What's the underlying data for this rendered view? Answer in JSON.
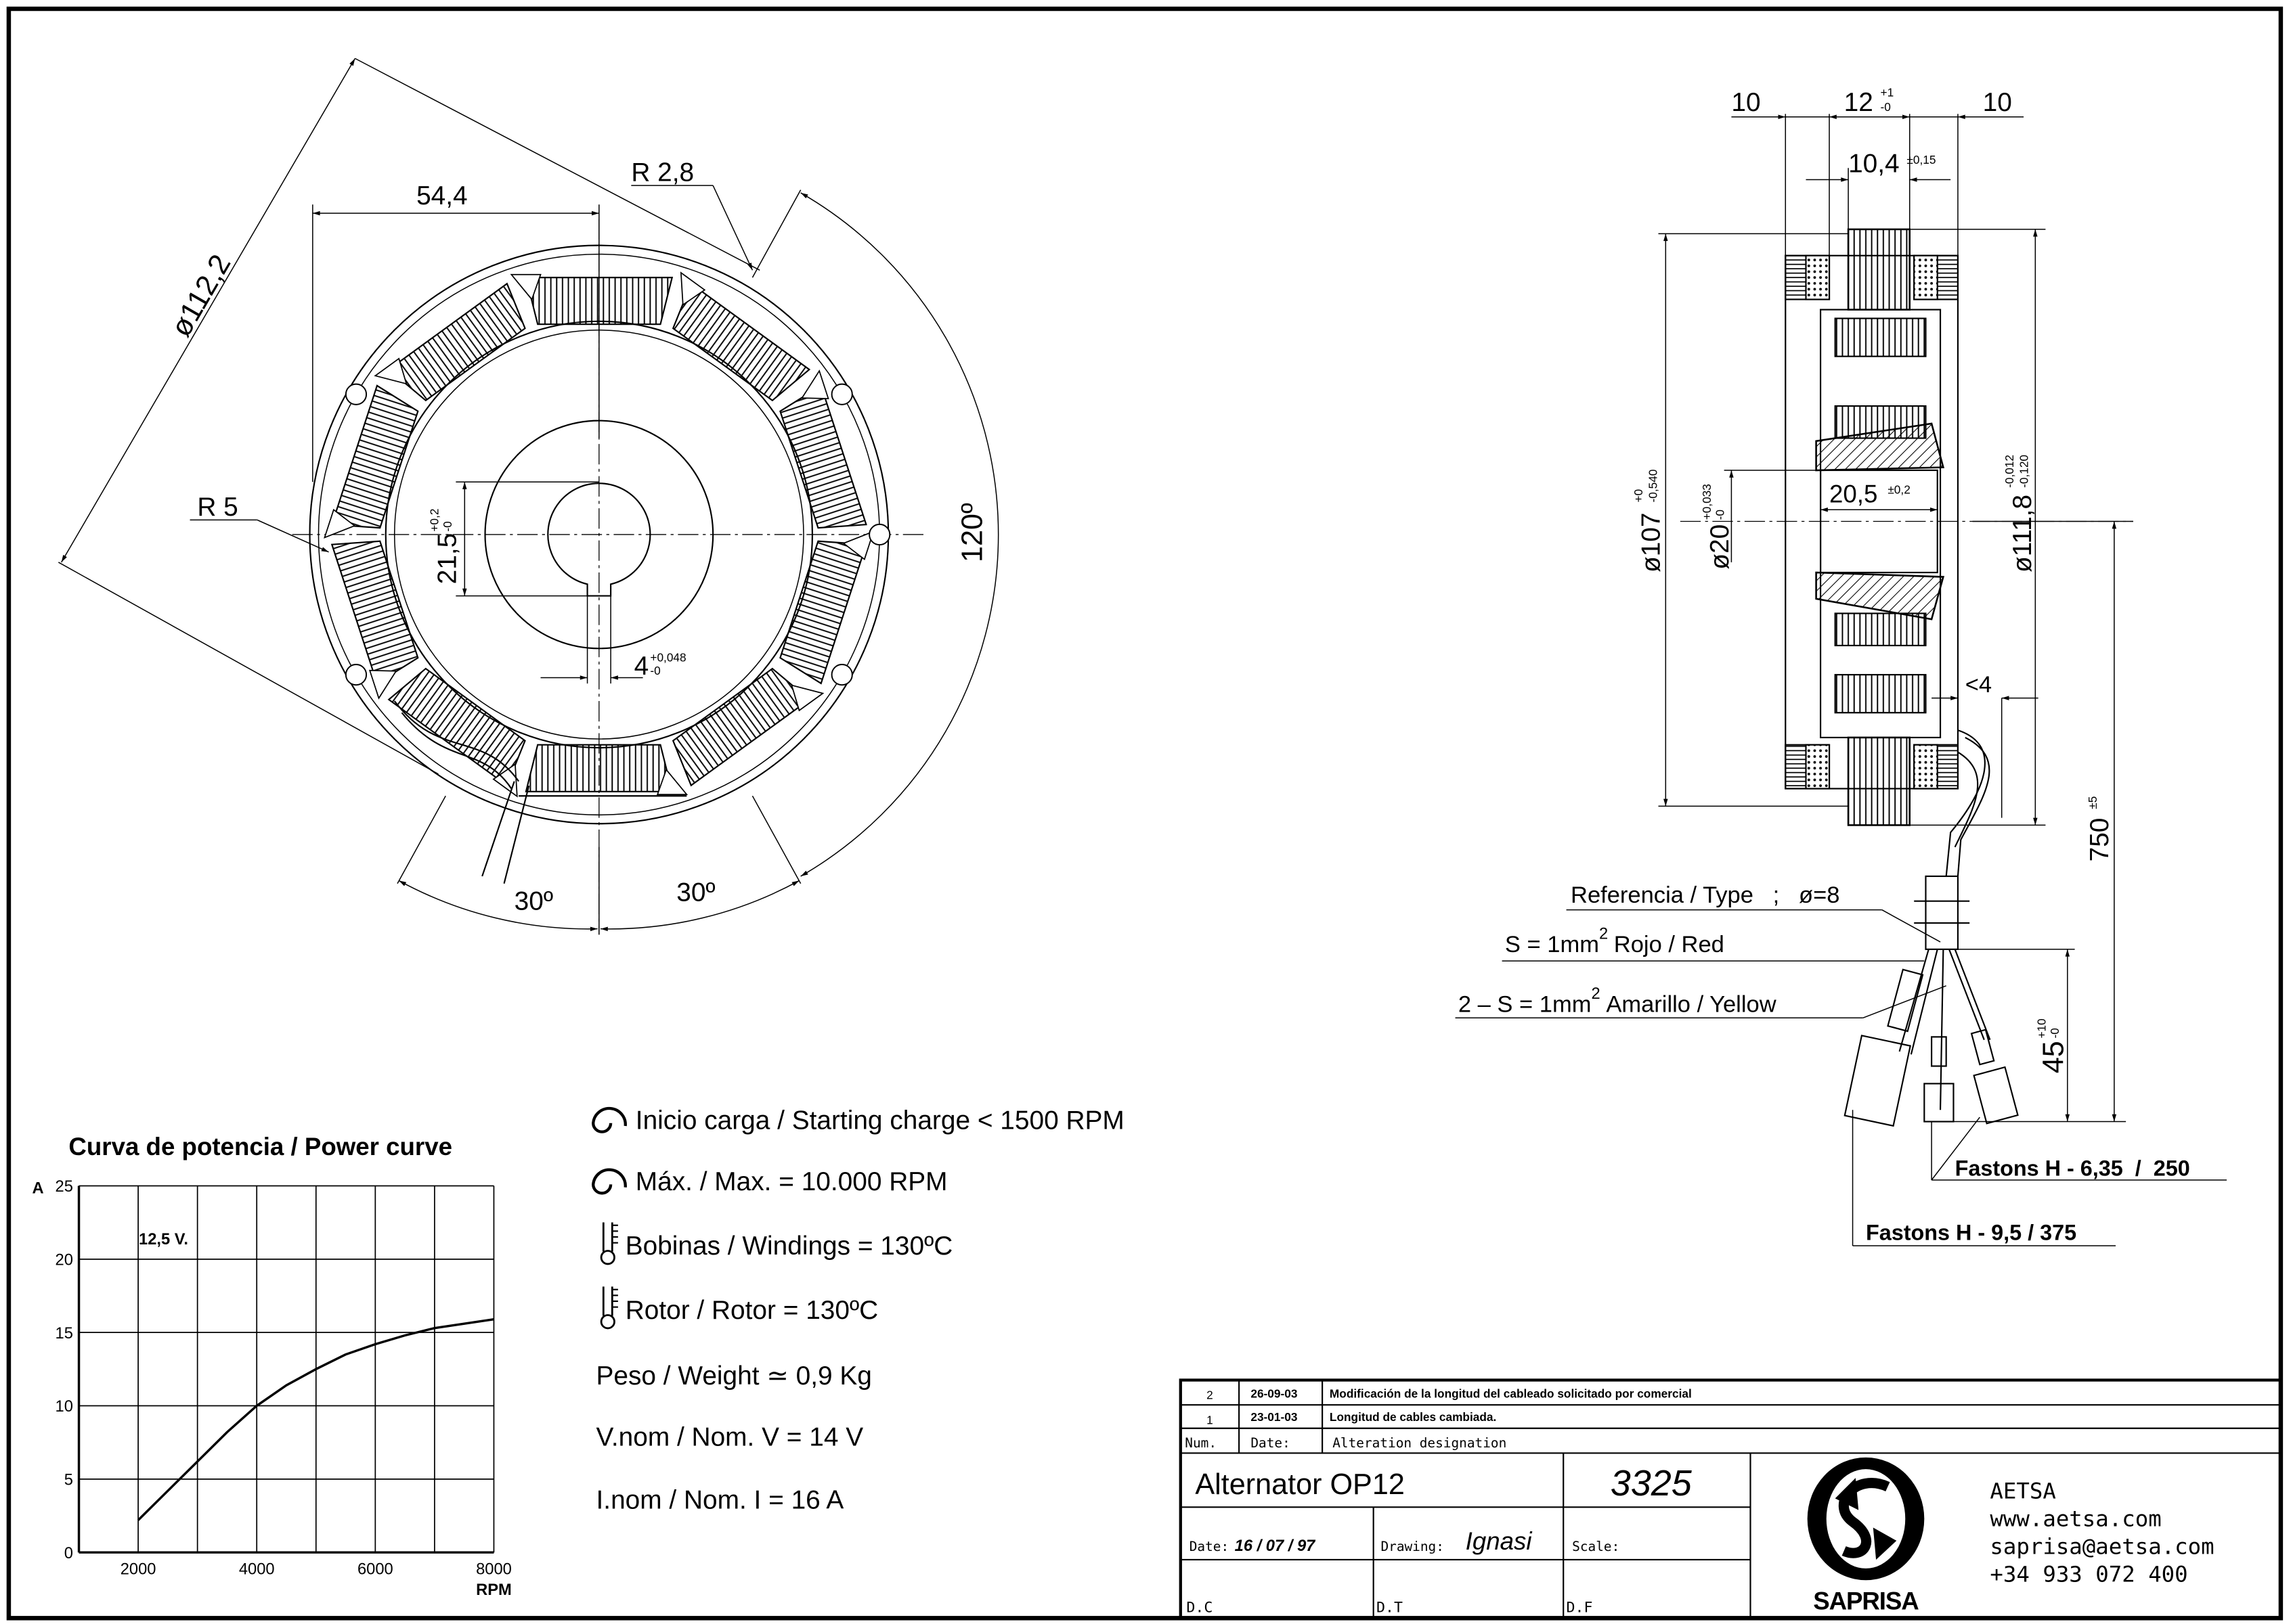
{
  "front_view": {
    "dim_width": "54,4",
    "dim_r_notch": "R 2,8",
    "dim_outer_diameter": "ø112,2",
    "dim_r5": "R 5",
    "dim_hub": "21,5",
    "dim_hub_tol_plus": "+0,2",
    "dim_hub_tol_minus": "-0",
    "dim_key": "4",
    "dim_key_tol_plus": "+0,048",
    "dim_key_tol_minus": "-0",
    "dim_angle_120": "120º",
    "dim_angle_30_left": "30º",
    "dim_angle_30_right": "30º"
  },
  "side_view": {
    "dim_left": "10",
    "dim_center": "12",
    "dim_center_tol_plus": "+1",
    "dim_center_tol_minus": "-0",
    "dim_right": "10",
    "dim_core": "10,4",
    "dim_core_tol": "±0,15",
    "dim_d107": "ø107",
    "dim_d107_tol_plus": "+0",
    "dim_d107_tol_minus": "-0,540",
    "dim_d20": "ø20",
    "dim_d20_tol_plus": "+0,033",
    "dim_d20_tol_minus": "-0",
    "dim_bore": "20,5",
    "dim_bore_tol": "±0,2",
    "dim_d111": "ø111,8",
    "dim_d111_tol_plus": "-0,012",
    "dim_d111_tol_minus": "-0,120",
    "dim_lt4": "<4",
    "dim_750": "750",
    "dim_750_tol": "±5",
    "dim_45": "45",
    "dim_45_tol_plus": "+10",
    "dim_45_tol_minus": "-0"
  },
  "cable": {
    "reference": "Referencia / Type   ;   ø=8",
    "red_wire": "S = 1mm",
    "red_wire_sup": "2",
    "red_wire_rest": "Rojo / Red",
    "yellow_wire": "2 – S = 1mm",
    "yellow_wire_sup": "2",
    "yellow_wire_rest": "Amarillo / Yellow",
    "faston_small": "Fastons H - 6,35  /  250",
    "faston_large": "Fastons H - 9,5 / 375"
  },
  "specs": [
    {
      "icon": "rotation-icon",
      "text": "Inicio carga / Starting charge < 1500 RPM"
    },
    {
      "icon": "rotation-icon",
      "text": "Máx. / Max. = 10.000 RPM"
    },
    {
      "icon": "thermometer-icon",
      "text": "Bobinas / Windings = 130ºC"
    },
    {
      "icon": "thermometer-icon",
      "text": "Rotor / Rotor = 130ºC"
    },
    {
      "icon": "",
      "text": "Peso / Weight ≃ 0,9 Kg"
    },
    {
      "icon": "",
      "text": "V.nom / Nom. V = 14 V"
    },
    {
      "icon": "",
      "text": "I.nom / Nom. I =  16 A"
    }
  ],
  "chart_data": {
    "type": "line",
    "title": "Curva de potencia / Power curve",
    "xlabel": "RPM",
    "ylabel": "A",
    "annotation": "12,5 V.",
    "xlim": [
      1000,
      8000
    ],
    "ylim": [
      0,
      25
    ],
    "x_ticks": [
      2000,
      4000,
      6000,
      8000
    ],
    "x_tick_labels": [
      "2000",
      "4000",
      "6000",
      "8000"
    ],
    "y_ticks": [
      0,
      5,
      10,
      15,
      20,
      25
    ],
    "y_tick_labels": [
      "0",
      "5",
      "10",
      "15",
      "20",
      "25"
    ],
    "grid": true,
    "series": [
      {
        "name": "12,5 V.",
        "x": [
          2000,
          2500,
          3000,
          3500,
          4000,
          4500,
          5000,
          5500,
          6000,
          6500,
          7000,
          7500,
          8000
        ],
        "y": [
          2.2,
          4.2,
          6.2,
          8.2,
          10.0,
          11.4,
          12.5,
          13.5,
          14.2,
          14.8,
          15.3,
          15.6,
          15.9
        ]
      }
    ]
  },
  "title_block": {
    "revisions": [
      {
        "num": "2",
        "date": "26-09-03",
        "text": "Modificación de la longitud del cableado solicitado por comercial"
      },
      {
        "num": "1",
        "date": "23-01-03",
        "text": "Longitud de cables cambiada."
      }
    ],
    "header_num": "Num.",
    "header_date": "Date:",
    "header_alteration": "Alteration designation",
    "title": "Alternator OP12",
    "number": "3325",
    "date_label": "Date:",
    "date_value": "16 / 07 / 97",
    "drawing_label": "Drawing:",
    "drawing_value": "Ignasi",
    "scale_label": "Scale:",
    "dc_label": "D.C",
    "dt_label": "D.T",
    "df_label": "D.F",
    "logo_text": "SAPRISA",
    "company": "AETSA",
    "website": "www.aetsa.com",
    "email": "saprisa@aetsa.com",
    "phone": "+34 933 072 400"
  }
}
